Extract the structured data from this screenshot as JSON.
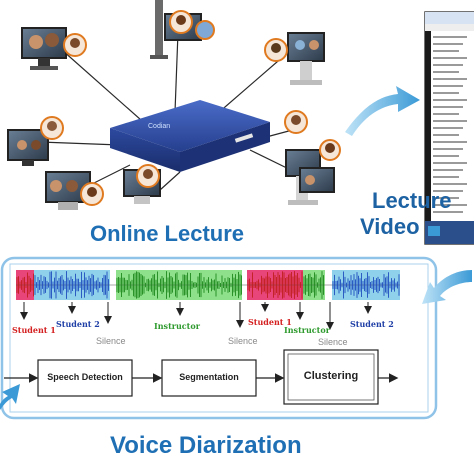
{
  "titles": {
    "online_lecture": "Online Lecture",
    "lecture": "Lecture",
    "video": "Video",
    "voice_diarization": "Voice Diarization"
  },
  "server_brand": "Codian",
  "speakers": [
    {
      "label": "Student 1",
      "color": "#d42020"
    },
    {
      "label": "Student 2",
      "color": "#1f3fa6"
    },
    {
      "label": "Instructor",
      "color": "#2e9a2e"
    },
    {
      "label": "Student 1",
      "color": "#d42020"
    },
    {
      "label": "Instructor",
      "color": "#2e9a2e"
    },
    {
      "label": "Student 2",
      "color": "#1f3fa6"
    }
  ],
  "silence_labels": [
    "Silence",
    "Silence",
    "Silence"
  ],
  "pipeline": [
    "Speech Detection",
    "Segmentation",
    "Clustering"
  ],
  "colors": {
    "title_blue": "#1f6fb5",
    "panel_border": "#8fc3e8",
    "arrow_blue": "#5aaee0",
    "segment_red": "#e8457a",
    "segment_blue": "#8fd0ea",
    "segment_green": "#8fe08a",
    "wave_red": "#c02020",
    "wave_blue": "#1f4fc0",
    "wave_green": "#1f8a1f"
  },
  "icons": [
    "video-conference-endpoint-icon",
    "mcu-server-icon",
    "lecture-video-window-icon",
    "curved-arrow-icon"
  ]
}
